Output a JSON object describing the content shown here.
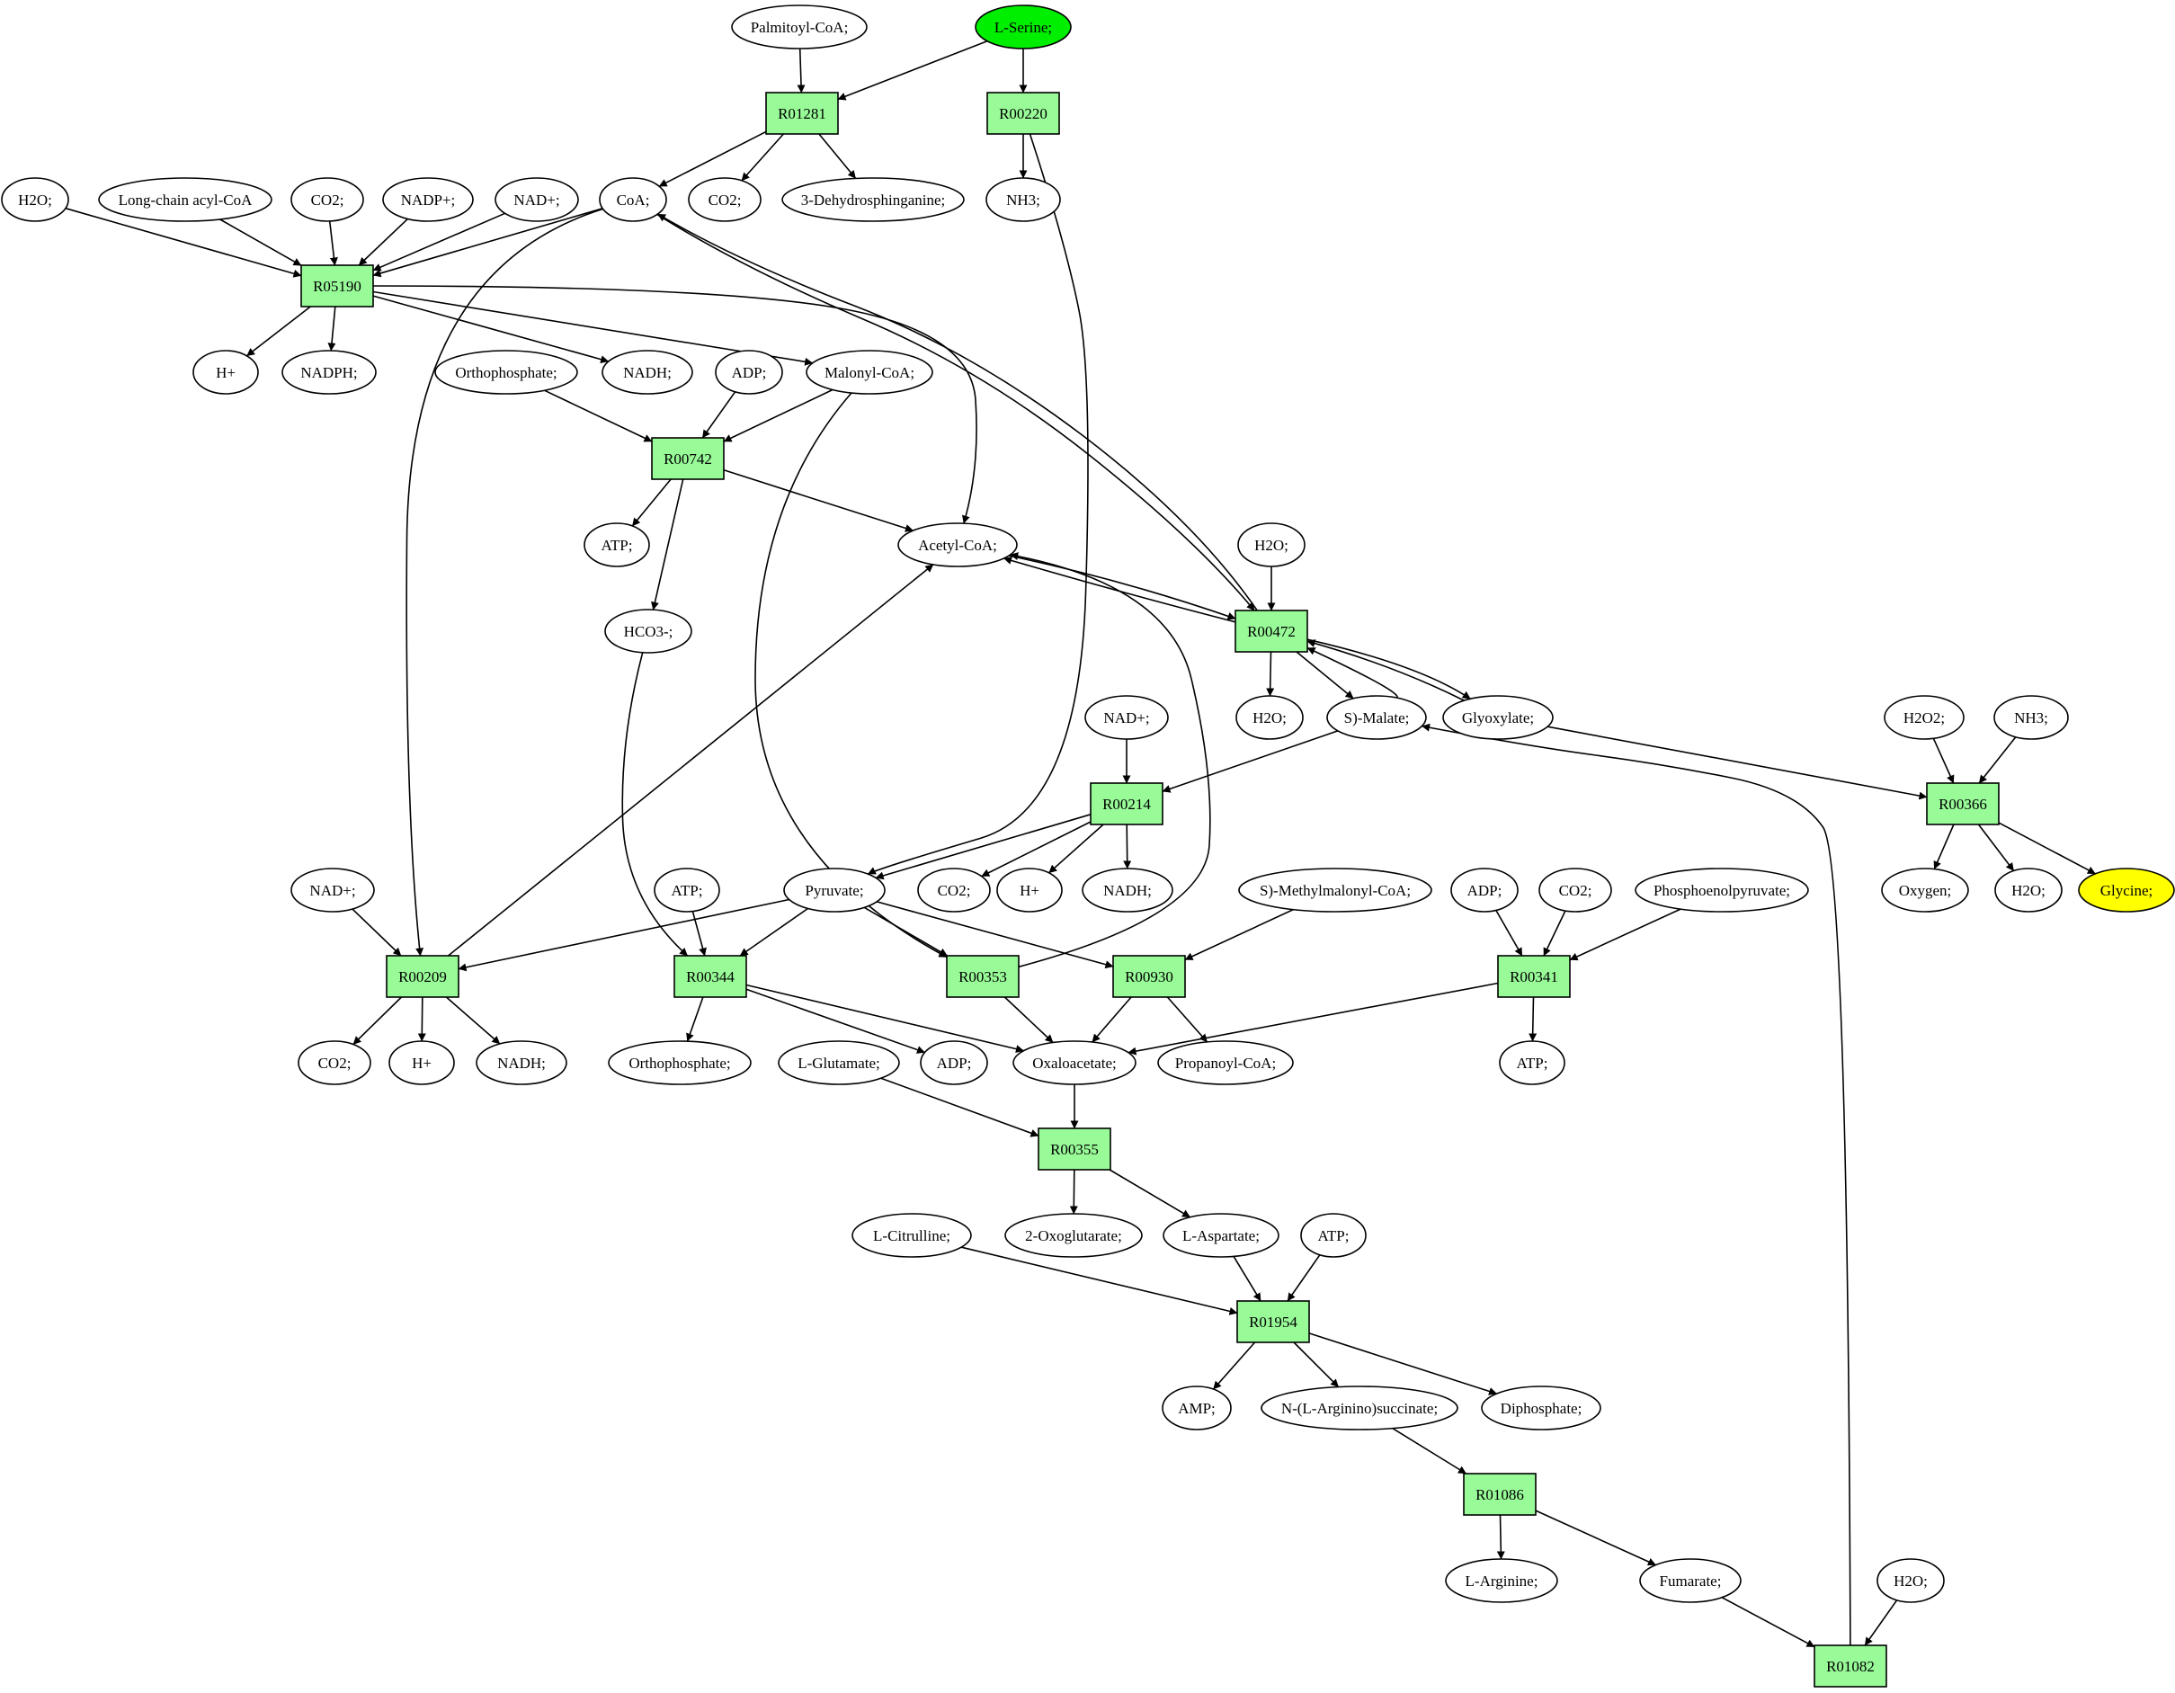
{
  "reactions": [
    {
      "id": "r01281",
      "label": "R01281"
    },
    {
      "id": "r00220",
      "label": "R00220"
    },
    {
      "id": "r05190",
      "label": "R05190"
    },
    {
      "id": "r00742",
      "label": "R00742"
    },
    {
      "id": "r00472",
      "label": "R00472"
    },
    {
      "id": "r00214",
      "label": "R00214"
    },
    {
      "id": "r00366",
      "label": "R00366"
    },
    {
      "id": "r00209",
      "label": "R00209"
    },
    {
      "id": "r00344",
      "label": "R00344"
    },
    {
      "id": "r00353",
      "label": "R00353"
    },
    {
      "id": "r00930",
      "label": "R00930"
    },
    {
      "id": "r00341",
      "label": "R00341"
    },
    {
      "id": "r00355",
      "label": "R00355"
    },
    {
      "id": "r01954",
      "label": "R01954"
    },
    {
      "id": "r01086",
      "label": "R01086"
    },
    {
      "id": "r01082",
      "label": "R01082"
    }
  ],
  "compounds": [
    {
      "id": "palmitoyl-coa",
      "label": "Palmitoyl-CoA;"
    },
    {
      "id": "l-serine",
      "label": "L-Serine;",
      "role": "start"
    },
    {
      "id": "h2o-1",
      "label": "H2O;"
    },
    {
      "id": "long-chain-acyl-coa",
      "label": "Long-chain acyl-CoA"
    },
    {
      "id": "co2-1",
      "label": "CO2;"
    },
    {
      "id": "nadp-plus",
      "label": "NADP+;"
    },
    {
      "id": "nad-plus-1",
      "label": "NAD+;"
    },
    {
      "id": "coa",
      "label": "CoA;"
    },
    {
      "id": "co2-2",
      "label": "CO2;"
    },
    {
      "id": "dehydrosphinganine",
      "label": "3-Dehydrosphinganine;"
    },
    {
      "id": "nh3-1",
      "label": "NH3;"
    },
    {
      "id": "h-plus-1",
      "label": "H+"
    },
    {
      "id": "nadph",
      "label": "NADPH;"
    },
    {
      "id": "orthophosphate-1",
      "label": "Orthophosphate;"
    },
    {
      "id": "nadh-1",
      "label": "NADH;"
    },
    {
      "id": "adp-1",
      "label": "ADP;"
    },
    {
      "id": "malonyl-coa",
      "label": "Malonyl-CoA;"
    },
    {
      "id": "atp-1",
      "label": "ATP;"
    },
    {
      "id": "acetyl-coa",
      "label": "Acetyl-CoA;"
    },
    {
      "id": "h2o-2",
      "label": "H2O;"
    },
    {
      "id": "hco3",
      "label": "HCO3-;"
    },
    {
      "id": "h2o-3",
      "label": "H2O;"
    },
    {
      "id": "s-malate",
      "label": "S)-Malate;"
    },
    {
      "id": "glyoxylate",
      "label": "Glyoxylate;"
    },
    {
      "id": "nad-plus-2",
      "label": "NAD+;"
    },
    {
      "id": "h2o2",
      "label": "H2O2;"
    },
    {
      "id": "nh3-2",
      "label": "NH3;"
    },
    {
      "id": "nad-plus-3",
      "label": "NAD+;"
    },
    {
      "id": "atp-2",
      "label": "ATP;"
    },
    {
      "id": "pyruvate",
      "label": "Pyruvate;"
    },
    {
      "id": "co2-3",
      "label": "CO2;"
    },
    {
      "id": "h-plus-2",
      "label": "H+"
    },
    {
      "id": "nadh-2",
      "label": "NADH;"
    },
    {
      "id": "methylmalonyl-coa",
      "label": "S)-Methylmalonyl-CoA;"
    },
    {
      "id": "adp-2",
      "label": "ADP;"
    },
    {
      "id": "co2-4",
      "label": "CO2;"
    },
    {
      "id": "phosphoenolpyruvate",
      "label": "Phosphoenolpyruvate;"
    },
    {
      "id": "oxygen",
      "label": "Oxygen;"
    },
    {
      "id": "h2o-4",
      "label": "H2O;"
    },
    {
      "id": "glycine",
      "label": "Glycine;",
      "role": "target"
    },
    {
      "id": "co2-5",
      "label": "CO2;"
    },
    {
      "id": "h-plus-3",
      "label": "H+"
    },
    {
      "id": "nadh-3",
      "label": "NADH;"
    },
    {
      "id": "orthophosphate-2",
      "label": "Orthophosphate;"
    },
    {
      "id": "l-glutamate",
      "label": "L-Glutamate;"
    },
    {
      "id": "adp-3",
      "label": "ADP;"
    },
    {
      "id": "oxaloacetate",
      "label": "Oxaloacetate;"
    },
    {
      "id": "propanoyl-coa",
      "label": "Propanoyl-CoA;"
    },
    {
      "id": "atp-3",
      "label": "ATP;"
    },
    {
      "id": "l-citrulline",
      "label": "L-Citrulline;"
    },
    {
      "id": "oxoglutarate",
      "label": "2-Oxoglutarate;"
    },
    {
      "id": "l-aspartate",
      "label": "L-Aspartate;"
    },
    {
      "id": "atp-4",
      "label": "ATP;"
    },
    {
      "id": "amp",
      "label": "AMP;"
    },
    {
      "id": "arginino-succinate",
      "label": "N-(L-Arginino)succinate;"
    },
    {
      "id": "diphosphate",
      "label": "Diphosphate;"
    },
    {
      "id": "l-arginine",
      "label": "L-Arginine;"
    },
    {
      "id": "fumarate",
      "label": "Fumarate;"
    },
    {
      "id": "h2o-5",
      "label": "H2O;"
    }
  ],
  "colors": {
    "reaction_fill": "#98fb98",
    "start_fill": "#00ee00",
    "target_fill": "#ffff00",
    "compound_fill": "#ffffff",
    "stroke": "#000000"
  }
}
